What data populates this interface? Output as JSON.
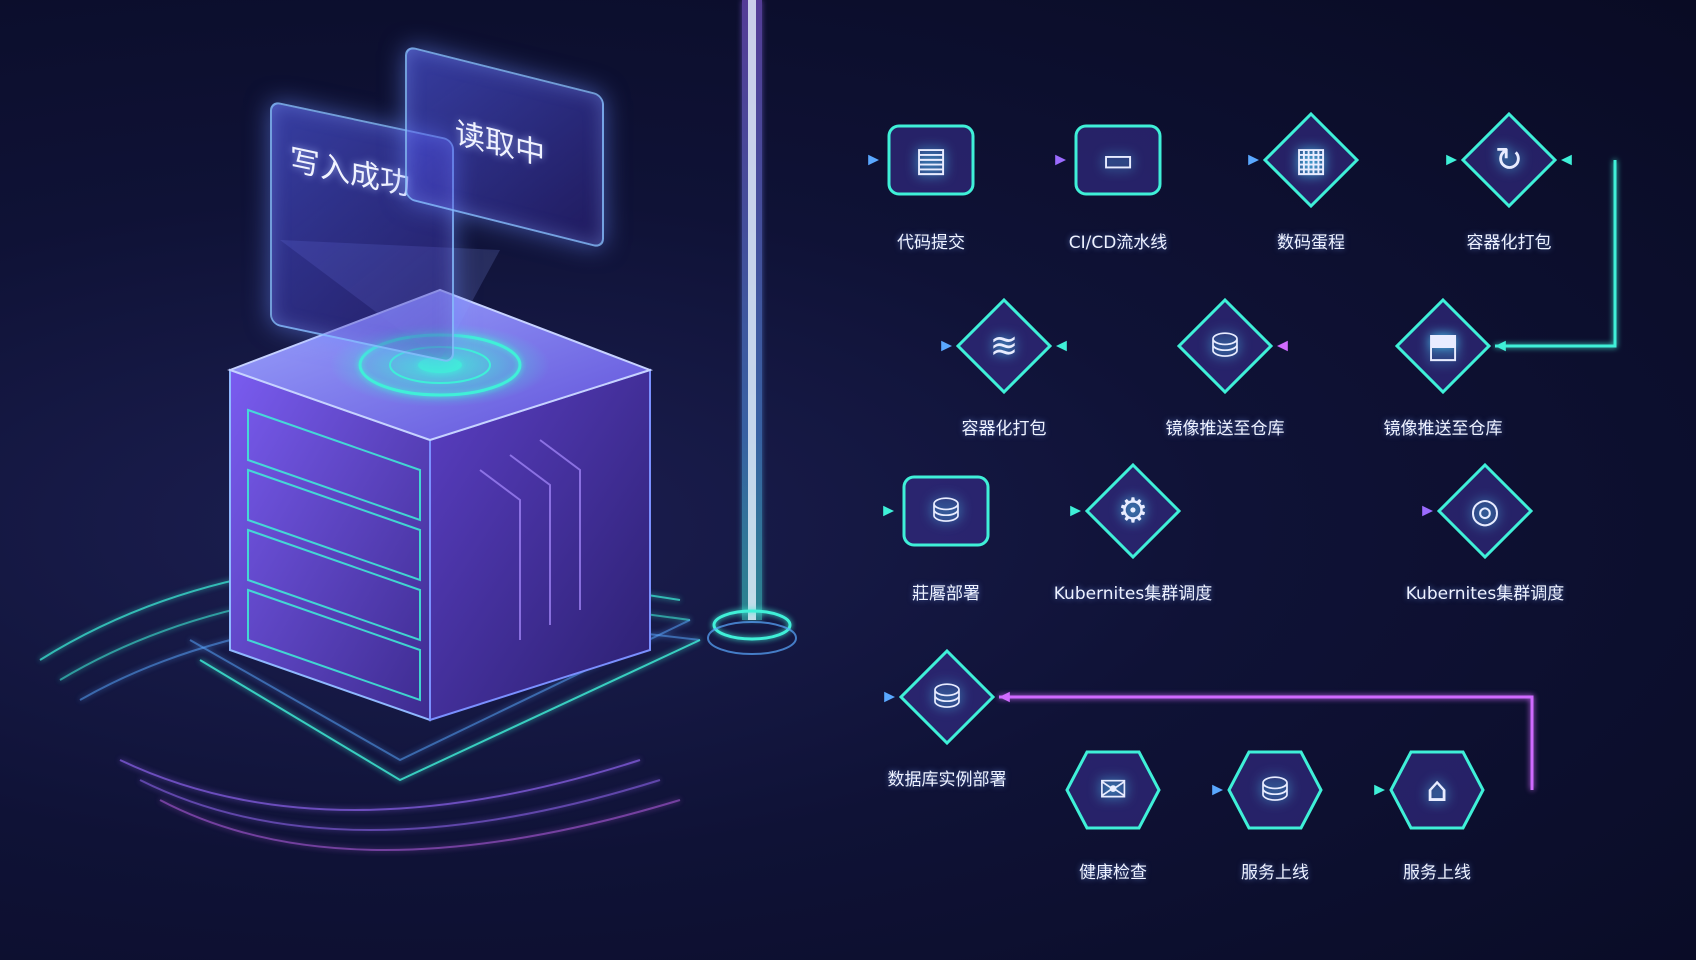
{
  "colors": {
    "background": "#0b0d2a",
    "cyan": "#3ff0d8",
    "blue": "#5aa8ff",
    "violet": "#9b6bff",
    "magenta": "#d06bff"
  },
  "panels": {
    "write_status": "写入成功",
    "read_status": "读取中"
  },
  "nodes": [
    {
      "id": "n1",
      "label": "代码提交",
      "icon": "form-icon",
      "shape": "rect"
    },
    {
      "id": "n2",
      "label": "CI/CD流水线",
      "icon": "monitor-icon",
      "shape": "rect"
    },
    {
      "id": "n3",
      "label": "数码蛋程",
      "icon": "cubes-icon",
      "shape": "diamond"
    },
    {
      "id": "n4",
      "label": "容器化打包",
      "icon": "refresh-icon",
      "shape": "diamond"
    },
    {
      "id": "n5",
      "label": "容器化打包",
      "icon": "layers-icon",
      "shape": "diamond"
    },
    {
      "id": "n6",
      "label": "镜像推送至仓库",
      "icon": "database-icon",
      "shape": "diamond"
    },
    {
      "id": "n7",
      "label": "镜像推送至仓库",
      "icon": "box-upload-icon",
      "shape": "diamond"
    },
    {
      "id": "n8",
      "label": "莊厬部署",
      "icon": "database-icon",
      "shape": "rect"
    },
    {
      "id": "n9",
      "label": "Kubernites集群调度",
      "icon": "gear-icon",
      "shape": "diamond"
    },
    {
      "id": "n10",
      "label": "Kubernites集群调度",
      "icon": "ring-icon",
      "shape": "diamond"
    },
    {
      "id": "n11",
      "label": "数据库实例部署",
      "icon": "database-icon",
      "shape": "diamond"
    },
    {
      "id": "n12",
      "label": "健康检查",
      "icon": "envelope-icon",
      "shape": "hex"
    },
    {
      "id": "n13",
      "label": "服务上线",
      "icon": "database-icon",
      "shape": "hex"
    },
    {
      "id": "n14",
      "label": "服务上线",
      "icon": "home-icon",
      "shape": "hex"
    }
  ]
}
